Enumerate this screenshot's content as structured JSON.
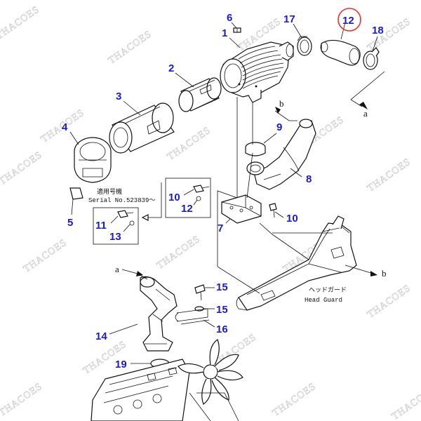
{
  "watermark_text": "THACOES",
  "callouts": [
    {
      "id": "c1",
      "num": "1"
    },
    {
      "id": "c2",
      "num": "2"
    },
    {
      "id": "c3",
      "num": "3"
    },
    {
      "id": "c4",
      "num": "4"
    },
    {
      "id": "c5",
      "num": "5"
    },
    {
      "id": "c6",
      "num": "6"
    },
    {
      "id": "c7",
      "num": "7"
    },
    {
      "id": "c8",
      "num": "8"
    },
    {
      "id": "c9",
      "num": "9"
    },
    {
      "id": "c10a",
      "num": "10"
    },
    {
      "id": "c10b",
      "num": "10"
    },
    {
      "id": "c11",
      "num": "11"
    },
    {
      "id": "c12a",
      "num": "12"
    },
    {
      "id": "c12b",
      "num": "12"
    },
    {
      "id": "c13",
      "num": "13"
    },
    {
      "id": "c14",
      "num": "14"
    },
    {
      "id": "c15a",
      "num": "15"
    },
    {
      "id": "c15b",
      "num": "15"
    },
    {
      "id": "c16",
      "num": "16"
    },
    {
      "id": "c17",
      "num": "17"
    },
    {
      "id": "c18",
      "num": "18"
    },
    {
      "id": "c19",
      "num": "19"
    }
  ],
  "ref_letters": {
    "a_top": "a",
    "a_left": "a",
    "b_top": "b",
    "b_right": "b"
  },
  "serial_note": {
    "jp": "適用号機",
    "en": "Serial No.523839～"
  },
  "head_guard": {
    "jp": "ヘッドガード",
    "en": "Head Guard"
  },
  "highlight_color": "#e8332a",
  "callout_color": "#1a1ad0"
}
